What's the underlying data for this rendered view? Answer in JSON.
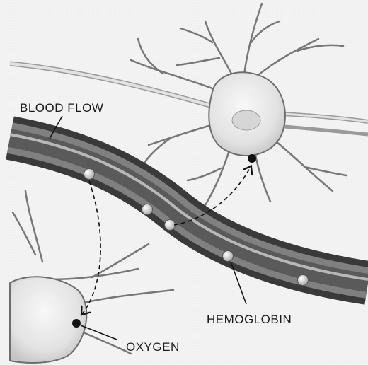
{
  "labels": {
    "blood_flow": "BLOOD FLOW",
    "hemoglobin": "HEMOGLOBIN",
    "oxygen": "OXYGEN"
  },
  "colors": {
    "background": "#f4f4f4",
    "neuron_fill": "#e6e6e6",
    "neuron_stroke": "#6e6e6e",
    "vessel_wall": "#3a3a3a",
    "vessel_inner": "#8a8a8a",
    "hemoglobin_fill": "#d4d4d4",
    "oxygen_fill": "#111111",
    "text": "#1a1a1a"
  }
}
